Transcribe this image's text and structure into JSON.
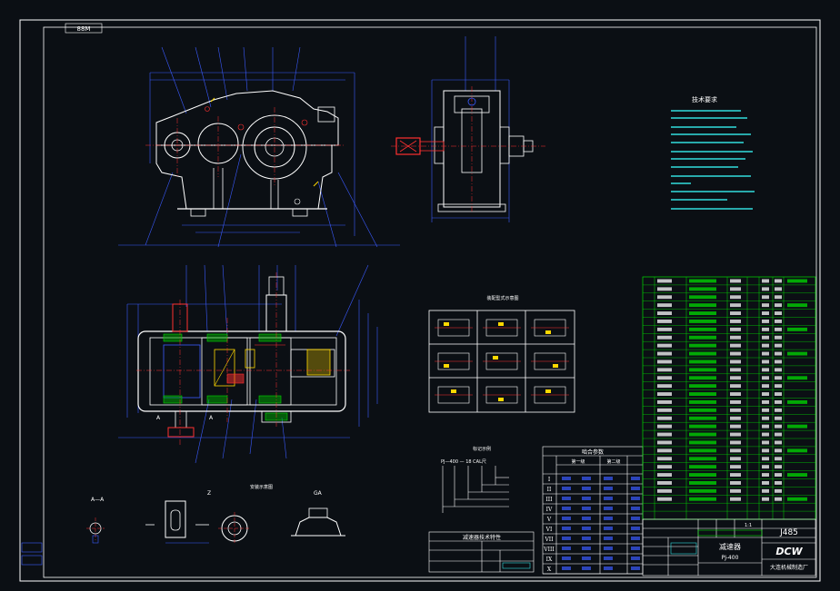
{
  "sheet": {
    "code_box": "88M",
    "dwg_number": "J485",
    "title": "减速器",
    "model": "PJ-400",
    "company": "大连机械制造厂",
    "logo": "DCW",
    "scale": "1:1"
  },
  "colors": {
    "background": "#0b0f14",
    "border": "#ffffff",
    "geometry": "#ffffff",
    "dimension": "#3b5bff",
    "centerline": "#ff3030",
    "table_line": "#00dd00",
    "text": "#ffffff",
    "accent_cyan": "#33dddd",
    "accent_yellow": "#ffd800"
  },
  "views": {
    "section_aa_label": "A—A",
    "view_z_label": "Z",
    "view_ga_label": "GA",
    "detail_label": "安装示意图",
    "mount_table_title": "装配型式示意图",
    "model_label": "PJ—400 — 18 CAL尺",
    "model_title": "标记示例"
  },
  "tech_req": {
    "title": "技术要求"
  },
  "mesh_table": {
    "title": "啮合参数",
    "col1": "第一级",
    "col2": "第二级",
    "roman": [
      "I",
      "II",
      "III",
      "IV",
      "V",
      "VI",
      "VII",
      "VIII",
      "IX",
      "X"
    ]
  },
  "spec_table": {
    "title": "减速器技术特性"
  }
}
